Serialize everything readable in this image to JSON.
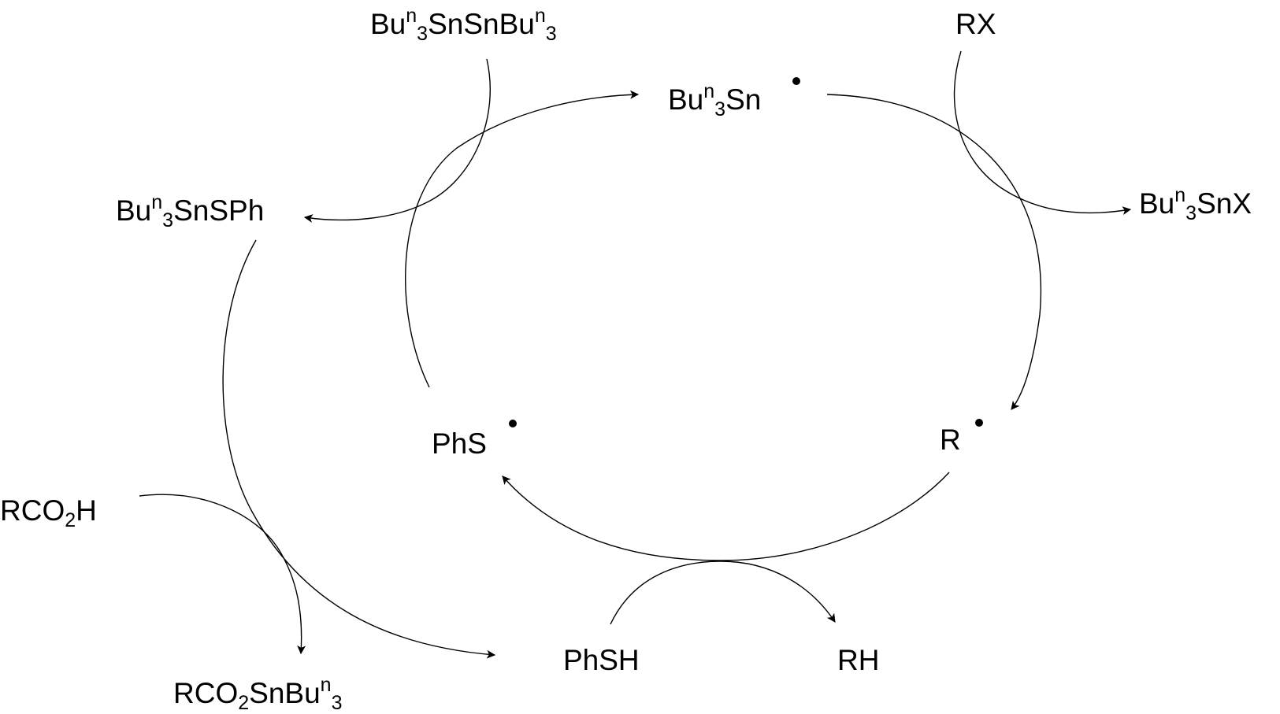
{
  "colors": {
    "ink": "#000000",
    "background": "#ffffff"
  },
  "species": {
    "distannane": {
      "a": "Bu",
      "b": "n",
      "c": "3",
      "d": "SnSnBu",
      "e": "n",
      "f": "3"
    },
    "rx": "RX",
    "stannyl_radical": {
      "a": "Bu",
      "b": "n",
      "c": "3",
      "d": "Sn"
    },
    "stannyl_sulfide": {
      "a": "Bu",
      "b": "n",
      "c": "3",
      "d": "SnSPh"
    },
    "stannyl_halide": {
      "a": "Bu",
      "b": "n",
      "c": "3",
      "d": "SnX"
    },
    "thiyl_radical": "PhS",
    "alkyl_radical": "R",
    "acid": {
      "a": "RCO",
      "b": "2",
      "c": "H"
    },
    "stannyl_ester": {
      "a": "RCO",
      "b": "2",
      "c": "SnBu",
      "d": "n",
      "e": "3"
    },
    "thiophenol": "PhSH",
    "alkane": "RH"
  },
  "icons": {
    "radical": "radical-dot-icon"
  }
}
